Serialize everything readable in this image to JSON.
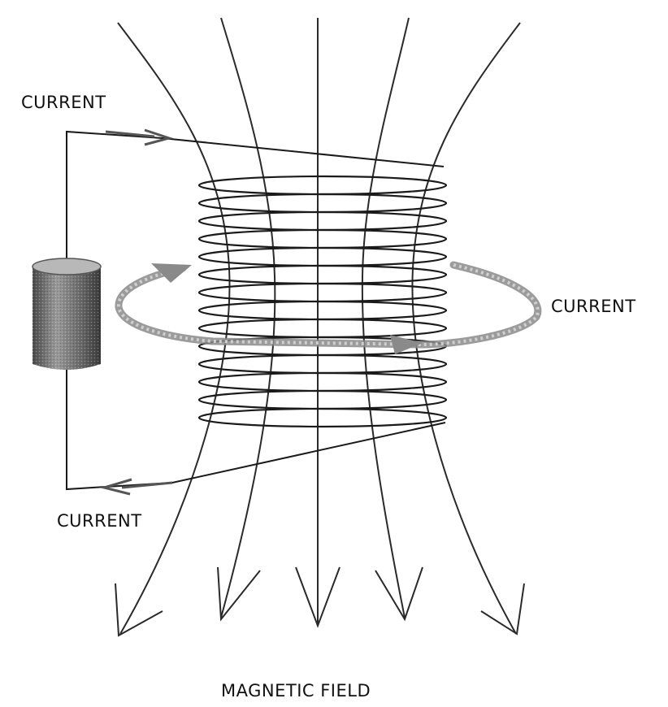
{
  "labels": {
    "current_top": "CURRENT",
    "current_right": "CURRENT",
    "current_bottom": "CURRENT",
    "magnetic_field": "MAGNETIC FIELD"
  },
  "colors": {
    "line": "#1a1a1a",
    "swirl": "#8a8a8a",
    "battery": "#6e6e6e"
  }
}
